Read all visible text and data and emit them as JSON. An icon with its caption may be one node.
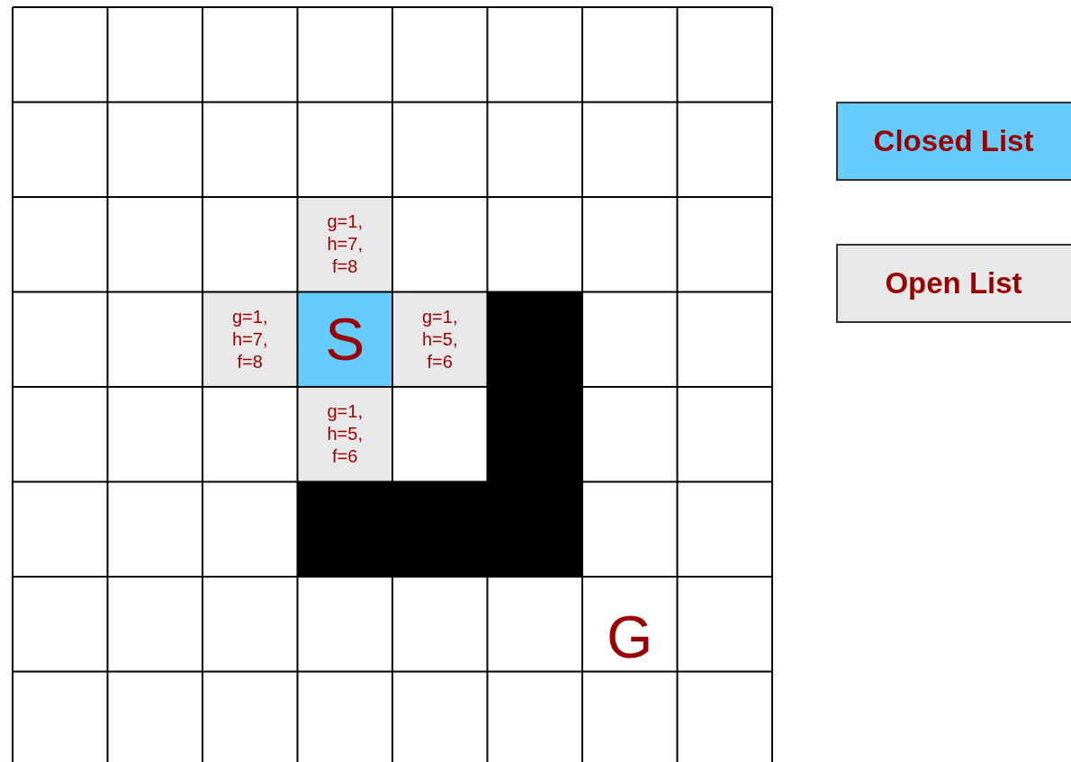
{
  "diagram": {
    "nodes": [
      {
        "text": [
          "g=1, h=7, f=8"
        ]
      },
      {
        "text": [
          "g=1, h=7, f=8"
        ]
      },
      {
        "text": [
          "S"
        ]
      },
      {
        "text": [
          "g=1, h=5, f=6"
        ]
      },
      {
        "text": [
          "g=1, h=5, f=6"
        ]
      },
      {
        "text": [
          "G"
        ]
      }
    ],
    "edges": [],
    "legend": [
      {
        "text": "Closed List",
        "color": "#66ccff"
      },
      {
        "text": "Open List",
        "color": "#e8e8e8"
      }
    ]
  }
}
